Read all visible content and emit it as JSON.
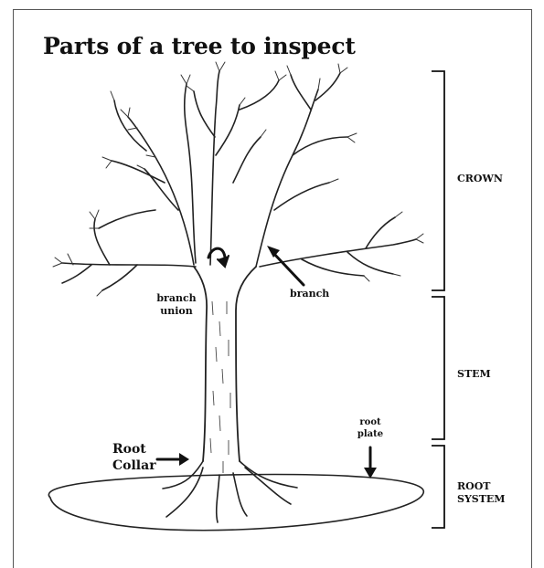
{
  "title": "Parts of a tree to inspect",
  "labels": {
    "crown": "CROWN",
    "stem": "STEM",
    "root_system_line1": "ROOT",
    "root_system_line2": "SYSTEM",
    "branch": "branch",
    "branch_union_line1": "branch",
    "branch_union_line2": "union",
    "root_collar_line1": "Root",
    "root_collar_line2": "Collar",
    "root_plate_line1": "root",
    "root_plate_line2": "plate"
  }
}
